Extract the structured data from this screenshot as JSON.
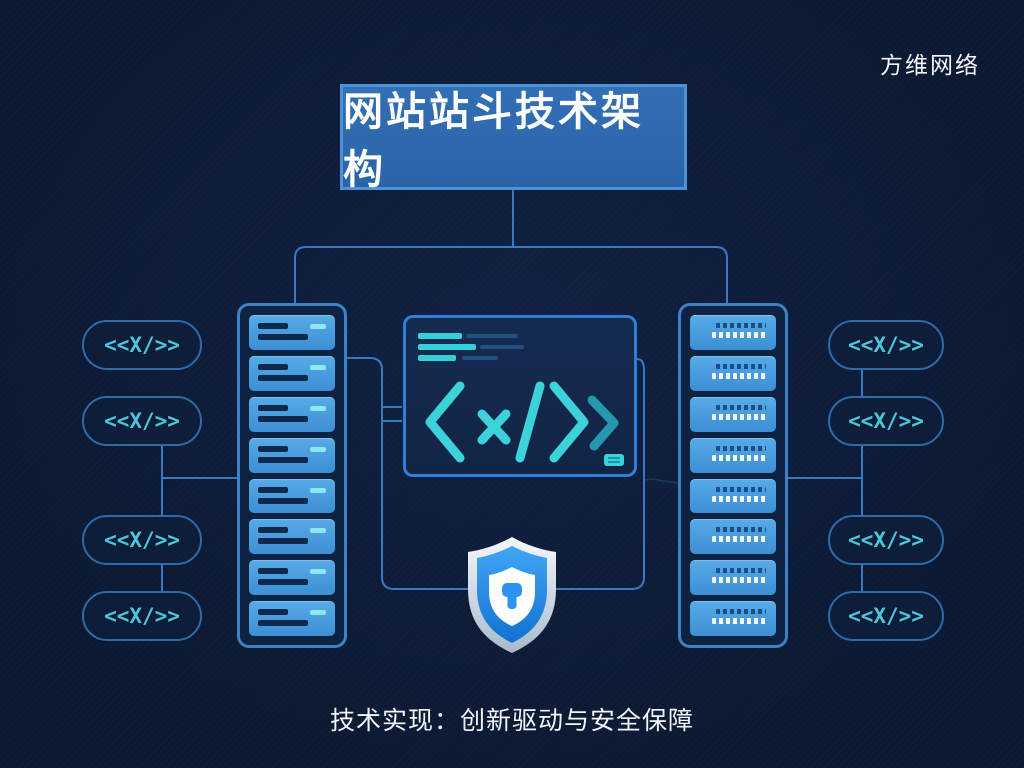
{
  "brand": {
    "label": "方维网络"
  },
  "title": {
    "label": "网站站斗技术架构"
  },
  "caption": {
    "label": "技术实现：创新驱动与安全保障"
  },
  "pills": {
    "glyph": "<<X/>>",
    "left_count": 4,
    "right_count": 4
  },
  "racks": {
    "left_units": 8,
    "right_units": 8
  },
  "code_window": {
    "icon": "code-tag-glyph",
    "code_lines": 3,
    "corner_icon": "terminal-card-icon"
  },
  "shield": {
    "icon": "security-shield-lock-icon"
  },
  "colors": {
    "background": "#0c1a34",
    "title_box_blue": "#2f6ab0",
    "connector_blue": "#3a78c2",
    "rack_border_blue": "#3c82c6",
    "server_unit_blue": "#4ba0de",
    "teal_accent": "#3bd2da",
    "pill_border_blue": "#2d6bab",
    "shield_blue": "#2a93ee",
    "shield_silver": "#dbe4ee",
    "text_white": "#f4f8fc"
  }
}
